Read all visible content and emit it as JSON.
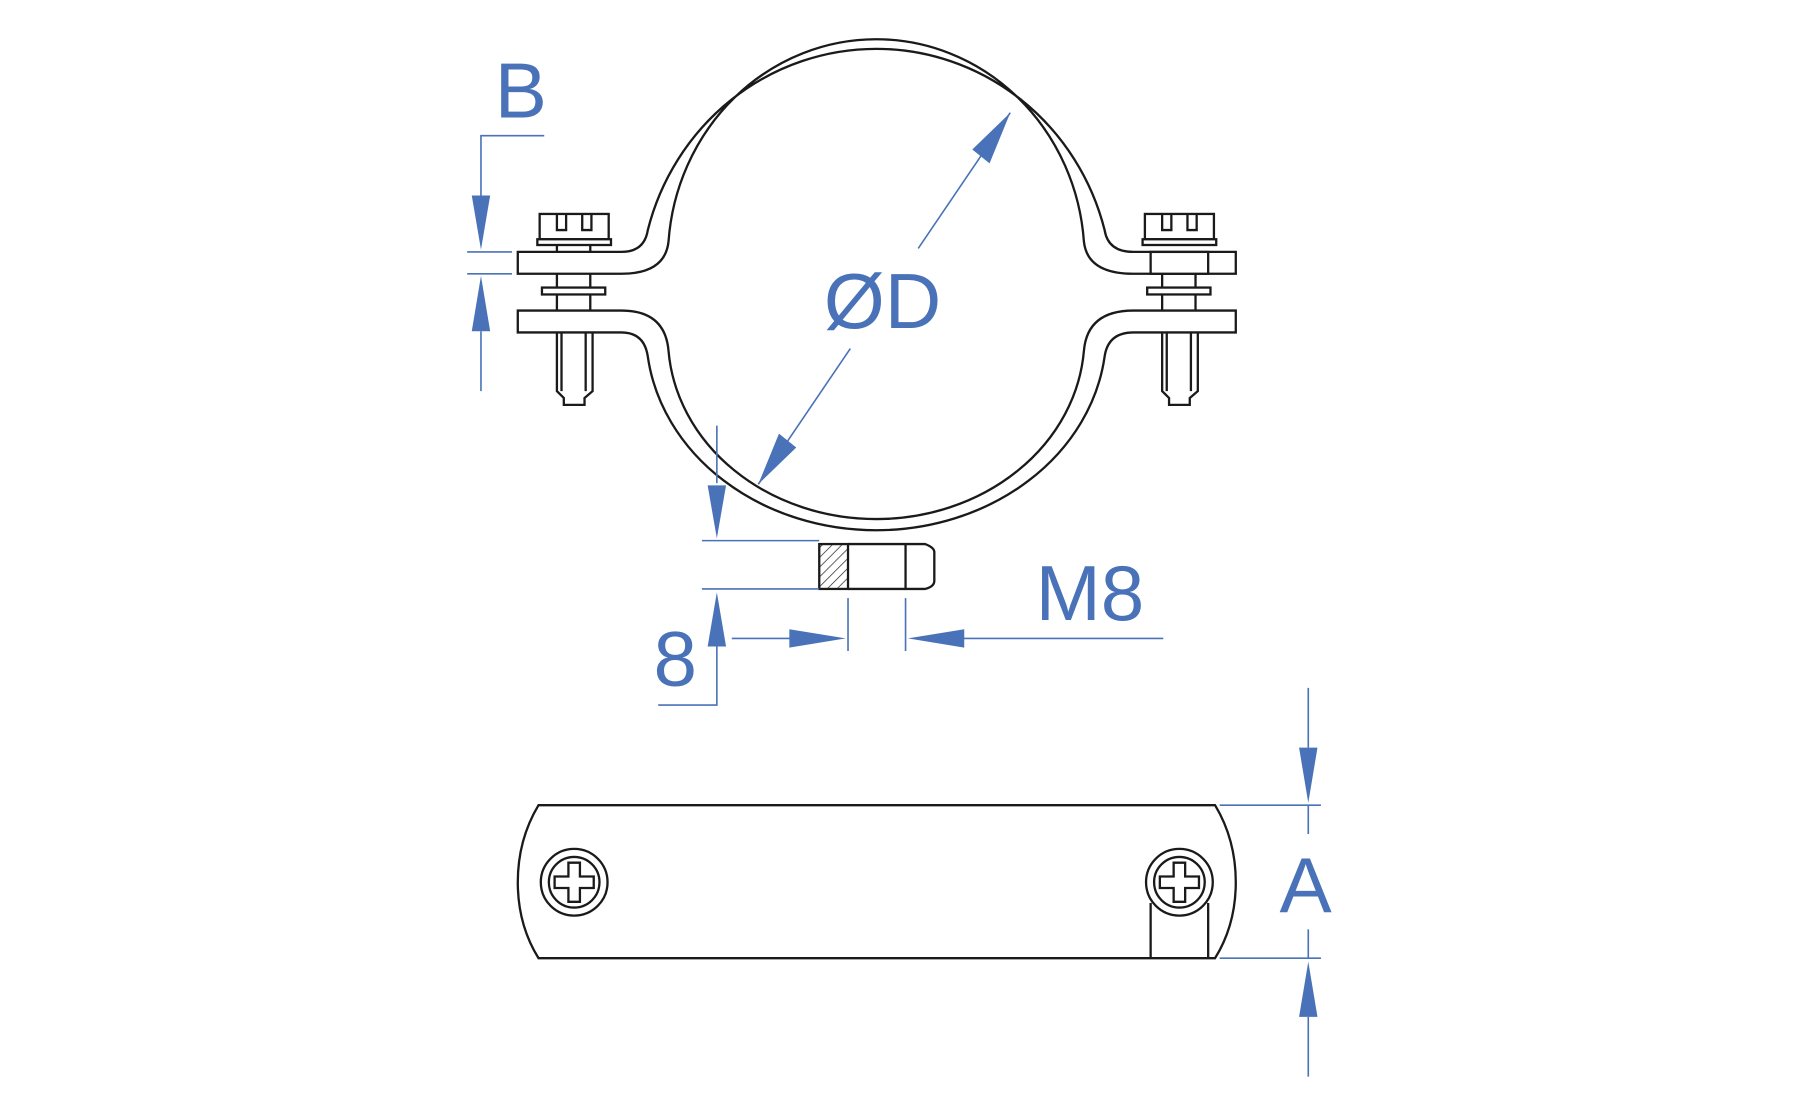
{
  "colors": {
    "dimension": "#4a72b8",
    "outline": "#1a1a1a"
  },
  "labels": {
    "flange_thickness": "B",
    "diameter": "ØD",
    "thread": "M8",
    "nut_height": "8",
    "band_width": "A"
  }
}
